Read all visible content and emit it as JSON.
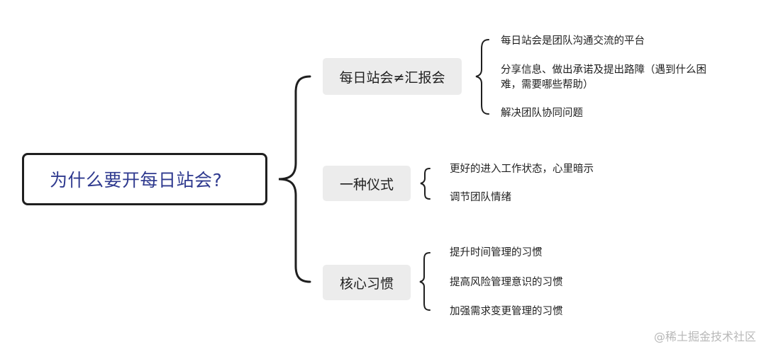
{
  "root": {
    "label": "为什么要开每日站会?"
  },
  "branches": [
    {
      "label": "每日站会≠汇报会",
      "items": [
        "每日站会是团队沟通交流的平台",
        "分享信息、做出承诺及提出路障（遇到什么困",
        "难，需要哪些帮助）",
        "解决团队协同问题"
      ]
    },
    {
      "label": "一种仪式",
      "items": [
        "更好的进入工作状态，心里暗示",
        "调节团队情绪"
      ]
    },
    {
      "label": "核心习惯",
      "items": [
        "提升时间管理的习惯",
        "提高风险管理意识的习惯",
        "加强需求变更管理的习惯"
      ]
    }
  ],
  "watermark": "@稀土掘金技术社区",
  "colors": {
    "root_text": "#2f3a8f",
    "node_fill": "#ececec",
    "line": "#1f1f1f"
  }
}
